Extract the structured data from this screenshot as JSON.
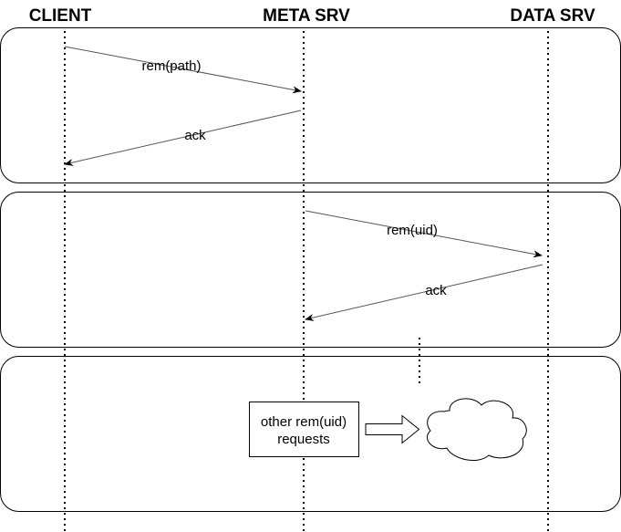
{
  "lanes": {
    "client": "CLIENT",
    "meta": "META SRV",
    "data": "DATA SRV"
  },
  "messages": {
    "rem_path": "rem(path)",
    "ack_1": "ack",
    "rem_uid": "rem(uid)",
    "ack_2": "ack"
  },
  "process_box": {
    "line1": "other rem(uid)",
    "line2": "requests"
  },
  "icons": {
    "arrow": "block-arrow-right-icon",
    "cloud": "cloud-icon"
  }
}
